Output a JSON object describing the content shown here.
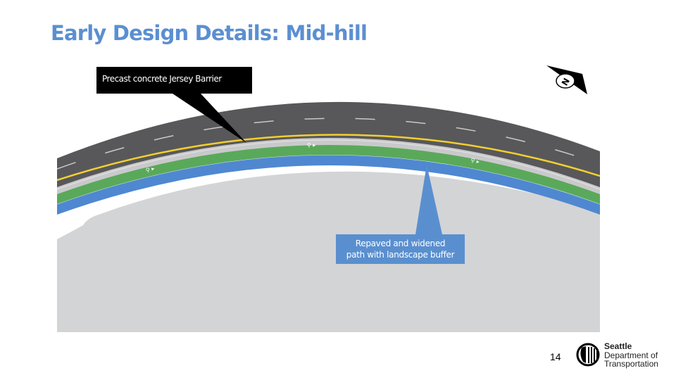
{
  "slide": {
    "title": "Early Design Details:  Mid-hill",
    "page_number": "14"
  },
  "diagram": {
    "callouts": [
      {
        "label": "Precast concrete Jersey Barrier",
        "style": "black"
      },
      {
        "label_line1": "Repaved and widened",
        "label_line2": "path with landscape buffer",
        "style": "blue"
      }
    ],
    "compass": {
      "icon": "north-arrow-icon",
      "letter": "N"
    },
    "colors": {
      "road": "#58585a",
      "centerline": "#f2cf2f",
      "lane_dash": "#c8c8c8",
      "barrier": "#c9c9cb",
      "bike_lane": "#5aa95a",
      "path": "#4f88d0",
      "ground": "#d3d4d6",
      "title": "#5b8fd1",
      "callout_blue": "#5a8fcf"
    }
  },
  "footer": {
    "org_line1": "Seattle",
    "org_line2": "Department of",
    "org_line3": "Transportation"
  }
}
